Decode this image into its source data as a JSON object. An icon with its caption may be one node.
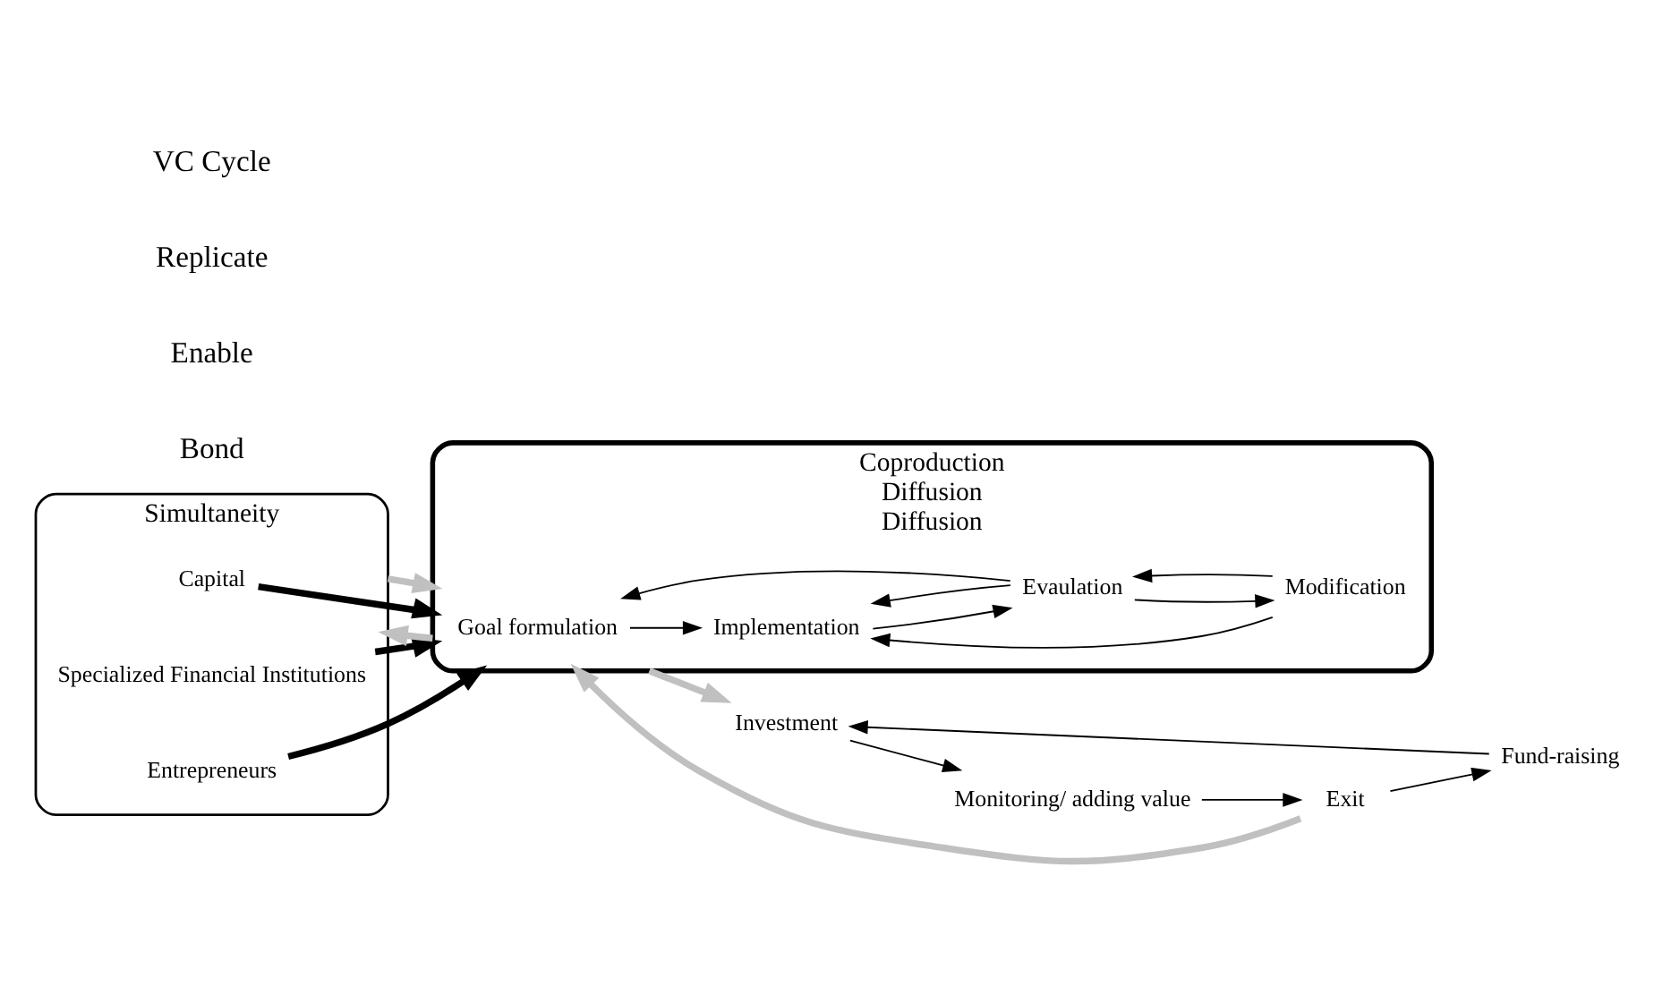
{
  "diagram": {
    "nodes": [
      {
        "text": [
          "Simultaneity"
        ]
      },
      {
        "text": [
          "Capital"
        ],
        "in": 0
      },
      {
        "text": [
          "Specialized Financial Institutions"
        ],
        "in": 0
      },
      {
        "text": [
          "Entrepreneurs"
        ],
        "in": 0
      },
      {
        "text": [
          "Coproduction",
          "Diffusion",
          "Diffusion"
        ]
      },
      {
        "text": [
          "Goal formulation"
        ],
        "in": 4
      },
      {
        "text": [
          "Implementation"
        ],
        "in": 4
      },
      {
        "text": [
          "Evaulation"
        ],
        "in": 4
      },
      {
        "text": [
          "Modification"
        ],
        "in": 4
      },
      {
        "text": [
          "Investment"
        ]
      },
      {
        "text": [
          "Monitoring/ adding value"
        ]
      },
      {
        "text": [
          "Exit"
        ]
      },
      {
        "text": [
          "Fund-raising"
        ]
      }
    ],
    "edges": [
      {
        "from": 1,
        "to": 4,
        "arrow": "to",
        "style": "thick"
      },
      {
        "from": 2,
        "to": 4,
        "arrow": "to",
        "style": "thick"
      },
      {
        "from": 3,
        "to": 4,
        "arrow": "to",
        "style": "thick"
      },
      {
        "from": 5,
        "to": 6,
        "arrow": "to"
      },
      {
        "from": 6,
        "to": 7,
        "arrow": "to"
      },
      {
        "from": 7,
        "to": 8,
        "arrow": "to"
      },
      {
        "from": 8,
        "to": 7,
        "arrow": "to"
      },
      {
        "from": 7,
        "to": 6,
        "arrow": "to"
      },
      {
        "from": 8,
        "to": 6,
        "arrow": "to"
      },
      {
        "from": 7,
        "to": 5,
        "arrow": "to"
      },
      {
        "from": 12,
        "to": 9,
        "arrow": "to"
      },
      {
        "from": 9,
        "to": 10,
        "arrow": "to"
      },
      {
        "from": 10,
        "to": 11,
        "arrow": "to"
      },
      {
        "from": 11,
        "to": 12,
        "arrow": "to"
      },
      {
        "from": 0,
        "to": 4,
        "arrow": "to",
        "style": "thick",
        "color": "#c0c0c0"
      },
      {
        "from": 4,
        "to": 9,
        "arrow": "to",
        "style": "thick",
        "color": "#c0c0c0"
      },
      {
        "from": 11,
        "to": 4,
        "arrow": "to",
        "style": "thick",
        "color": "#c0c0c0"
      },
      {
        "from": 4,
        "to": 0,
        "arrow": "to",
        "style": "thick",
        "color": "#c0c0c0"
      }
    ],
    "labels": [
      "Bond",
      "Enable",
      "Replicate",
      "VC Cycle"
    ]
  }
}
